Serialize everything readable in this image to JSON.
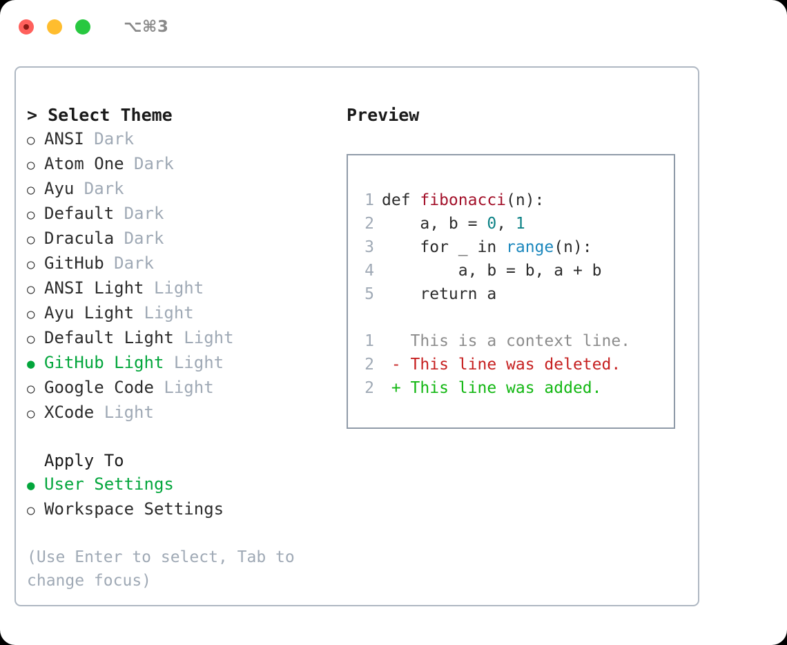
{
  "window": {
    "shortcut": "⌥⌘3",
    "traffic_lights": [
      {
        "name": "close",
        "color": "#ff605c"
      },
      {
        "name": "minimize",
        "color": "#ffbd2e"
      },
      {
        "name": "zoom",
        "color": "#28c840"
      }
    ]
  },
  "theme_picker": {
    "title": "> Select Theme",
    "selected_marker": "●",
    "unselected_marker": "○",
    "accent_color": "#03a63c",
    "items": [
      {
        "marker": "○",
        "name": "ANSI",
        "category": " Dark",
        "selected": false
      },
      {
        "marker": "○",
        "name": "Atom One",
        "category": " Dark",
        "selected": false
      },
      {
        "marker": "○",
        "name": "Ayu",
        "category": " Dark",
        "selected": false
      },
      {
        "marker": "○",
        "name": "Default",
        "category": " Dark",
        "selected": false
      },
      {
        "marker": "○",
        "name": "Dracula",
        "category": " Dark",
        "selected": false
      },
      {
        "marker": "○",
        "name": "GitHub",
        "category": " Dark",
        "selected": false
      },
      {
        "marker": "○",
        "name": "ANSI Light",
        "category": " Light",
        "selected": false
      },
      {
        "marker": "○",
        "name": "Ayu Light",
        "category": " Light",
        "selected": false
      },
      {
        "marker": "○",
        "name": "Default Light",
        "category": " Light",
        "selected": false
      },
      {
        "marker": "●",
        "name": "GitHub Light",
        "category": " Light",
        "selected": true
      },
      {
        "marker": "○",
        "name": "Google Code",
        "category": " Light",
        "selected": false
      },
      {
        "marker": "○",
        "name": "XCode",
        "category": " Light",
        "selected": false
      }
    ]
  },
  "apply_to": {
    "title": "Apply To",
    "items": [
      {
        "marker": "●",
        "name": "User Settings",
        "selected": true
      },
      {
        "marker": "○",
        "name": "Workspace Settings",
        "selected": false
      }
    ]
  },
  "hint": "(Use Enter to select, Tab to change focus)",
  "preview": {
    "title": "Preview",
    "code_lines": [
      {
        "no": "1",
        "segments": [
          {
            "t": "def ",
            "c": "code-text"
          },
          {
            "t": "fibonacci",
            "c": "tok-fn"
          },
          {
            "t": "(n):",
            "c": "code-text"
          }
        ]
      },
      {
        "no": "2",
        "segments": [
          {
            "t": "    a, b = ",
            "c": "code-text"
          },
          {
            "t": "0",
            "c": "tok-num"
          },
          {
            "t": ", ",
            "c": "code-text"
          },
          {
            "t": "1",
            "c": "tok-num"
          }
        ]
      },
      {
        "no": "3",
        "segments": [
          {
            "t": "    for _ in ",
            "c": "code-text"
          },
          {
            "t": "range",
            "c": "tok-kw"
          },
          {
            "t": "(n):",
            "c": "code-text"
          }
        ]
      },
      {
        "no": "4",
        "segments": [
          {
            "t": "        a, b = b, a + b",
            "c": "code-text"
          }
        ]
      },
      {
        "no": "5",
        "segments": [
          {
            "t": "    return a",
            "c": "code-text"
          }
        ]
      }
    ],
    "diff_lines": [
      {
        "no": "1",
        "segments": [
          {
            "t": "   This is a context line.",
            "c": "diff-ctx"
          }
        ]
      },
      {
        "no": "2",
        "segments": [
          {
            "t": " - This line was deleted.",
            "c": "diff-del"
          }
        ]
      },
      {
        "no": "2",
        "segments": [
          {
            "t": " + This line was added.",
            "c": "diff-add"
          }
        ]
      }
    ]
  }
}
